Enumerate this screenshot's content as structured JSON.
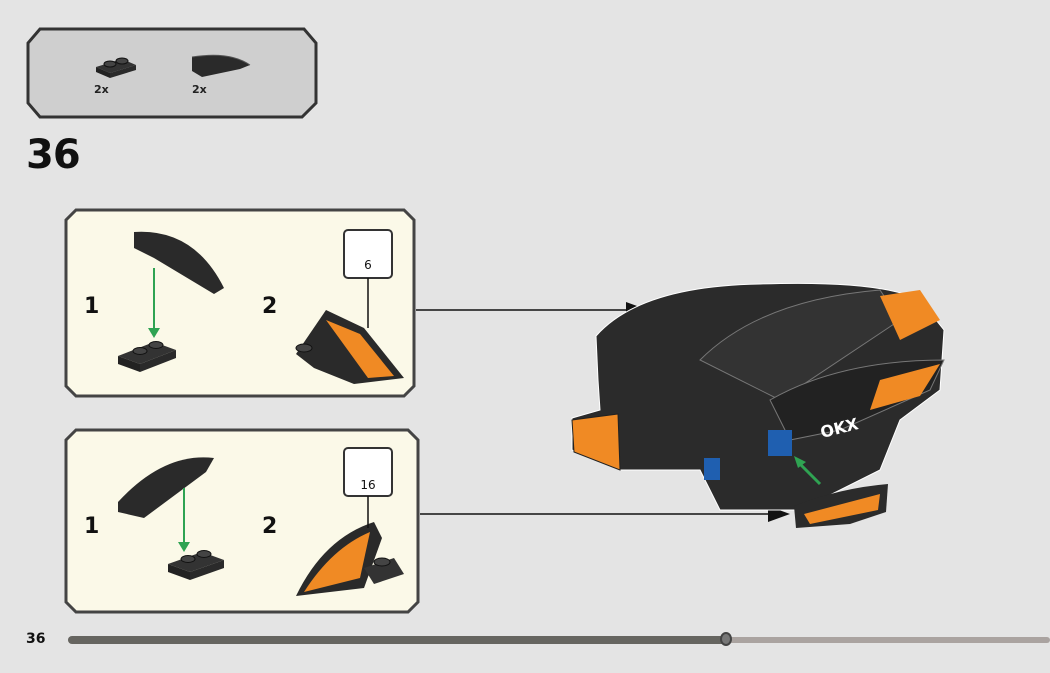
{
  "parts_list": {
    "items": [
      {
        "name": "plate-1x2",
        "qty": "2x"
      },
      {
        "name": "curved-slope",
        "qty": "2x"
      }
    ]
  },
  "step_number": "36",
  "substeps": [
    {
      "labels": [
        "1",
        "2"
      ],
      "callout_count": "6"
    },
    {
      "labels": [
        "1",
        "2"
      ],
      "callout_count": "16"
    }
  ],
  "colors": {
    "accent": "#f08a24",
    "brick": "#2b2b2b",
    "panel": "#fbf9e8",
    "arrow": "#2fa352"
  },
  "footer": {
    "page_number": "36",
    "progress": 0.67
  }
}
